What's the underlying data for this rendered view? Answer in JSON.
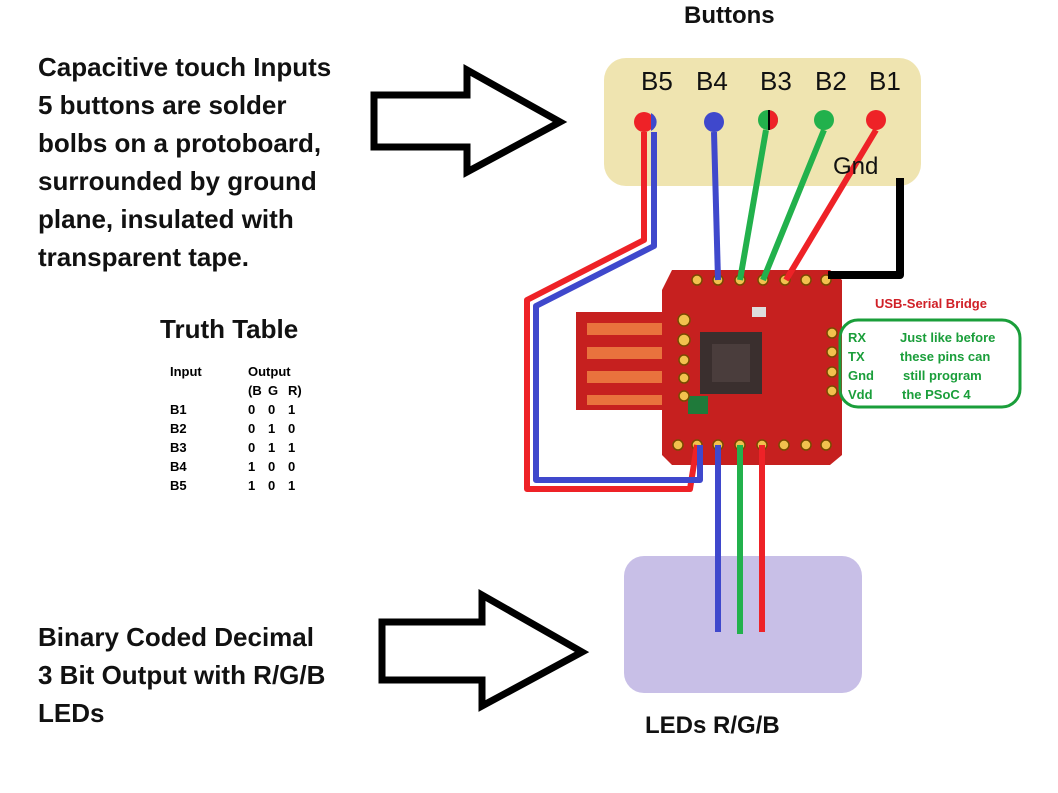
{
  "description": {
    "text": "Capacitive touch Inputs\n5 buttons are solder\nbolbs on a protoboard,\nsurrounded by ground\nplane, insulated with\ntransparent tape."
  },
  "buttons_panel": {
    "title": "Buttons",
    "labels": [
      "B5",
      "B4",
      "B3",
      "B2",
      "B1"
    ],
    "gnd_label": "Gnd"
  },
  "truth_table": {
    "title": "Truth Table",
    "header": [
      "Input",
      "Output"
    ],
    "subheader": [
      "",
      "(B",
      "G",
      "R)"
    ],
    "rows": [
      [
        "B1",
        "0",
        "0",
        "1"
      ],
      [
        "B2",
        "0",
        "1",
        "0"
      ],
      [
        "B3",
        "0",
        "1",
        "1"
      ],
      [
        "B4",
        "1",
        "0",
        "0"
      ],
      [
        "B5",
        "1",
        "0",
        "1"
      ]
    ]
  },
  "bridge": {
    "title": "USB-Serial Bridge",
    "pins": [
      "RX",
      "TX",
      "Gnd",
      "Vdd"
    ],
    "notes": [
      "Just like before",
      "these pins can",
      "still program",
      "the PSoC 4"
    ]
  },
  "output": {
    "text": "Binary Coded Decimal\n3 Bit Output with R/G/B\nLEDs"
  },
  "leds_panel": {
    "title": "LEDs R/G/B"
  },
  "colors": {
    "red": "#ee2227",
    "green": "#22b14c",
    "blue": "#3f48cc",
    "buttons_bg": "#efe4b0",
    "leds_bg": "#c8bfe7",
    "board": "#c6201f",
    "bridge_text": "#d02027",
    "bridge_note": "#1a9e3a"
  }
}
